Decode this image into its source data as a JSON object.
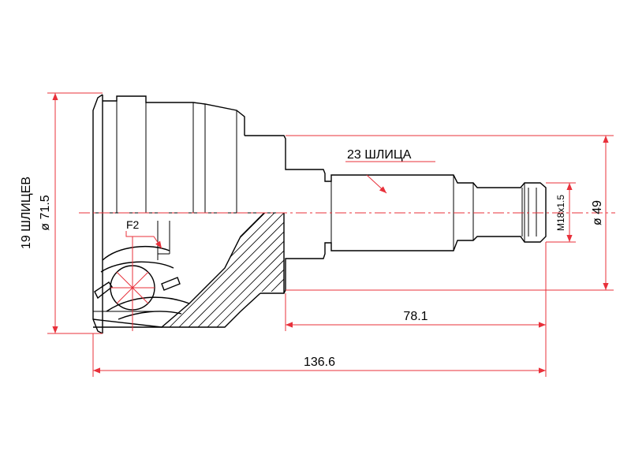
{
  "colors": {
    "outline": "#000000",
    "dimension": "#e8303a",
    "background": "#ffffff"
  },
  "labels": {
    "outer_spline": "19 ШЛИЦЕВ",
    "outer_diameter": "ø 71.5",
    "shaft_spline": "23 ШЛИЦА",
    "thread": "M18x1.5",
    "shaft_diameter": "ø 49",
    "flat_mark": "F2",
    "shaft_length": "78.1",
    "total_length": "136.6"
  }
}
